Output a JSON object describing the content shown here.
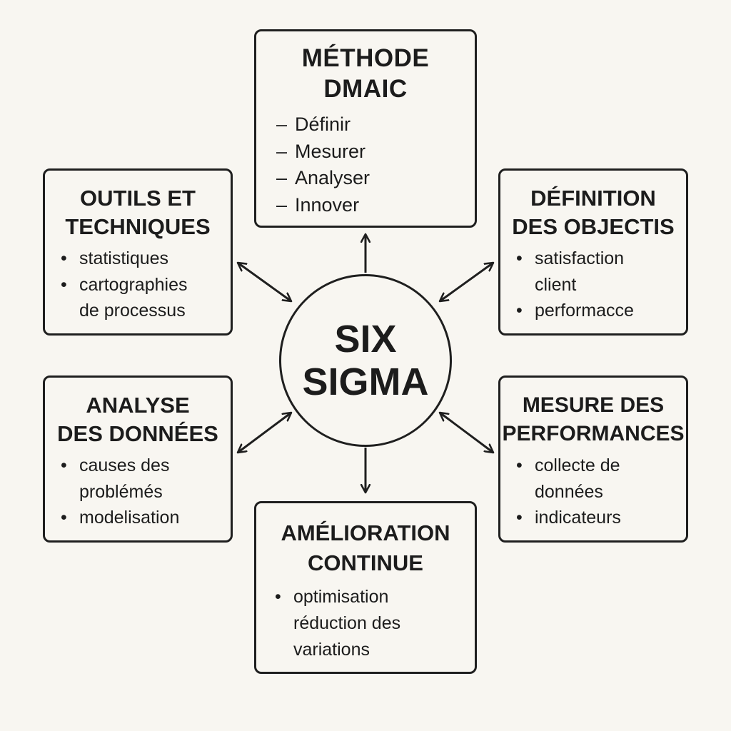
{
  "center": {
    "lines": [
      "SIX",
      "SIGMA"
    ]
  },
  "boxes": {
    "dmaic": {
      "title": [
        "MÉTHODE",
        "DMAIC"
      ],
      "marker": "–",
      "items": [
        [
          "Définir"
        ],
        [
          "Mesurer"
        ],
        [
          "Analyser"
        ],
        [
          "Innover"
        ]
      ]
    },
    "outils": {
      "title": [
        "OUTILS ET",
        "TECHNIQUES"
      ],
      "marker": "•",
      "items": [
        [
          "statistiques"
        ],
        [
          "cartographies",
          "de processus"
        ]
      ]
    },
    "objectifs": {
      "title": [
        "DÉFINITION",
        "DES OBJECTIS"
      ],
      "marker": "•",
      "items": [
        [
          "satisfaction",
          "client"
        ],
        [
          "performacce"
        ]
      ]
    },
    "analyse": {
      "title": [
        "ANALYSE",
        "DES DONNÉES"
      ],
      "marker": "•",
      "items": [
        [
          "causes des",
          "problémés"
        ],
        [
          "modelisation"
        ]
      ]
    },
    "mesure": {
      "title": [
        "MESURE DES",
        "PERFORMANCES"
      ],
      "marker": "•",
      "items": [
        [
          "collecte de",
          "données"
        ],
        [
          "indicateurs"
        ]
      ]
    },
    "amelioration": {
      "title": [
        "AMÉLIORATION",
        "CONTINUE"
      ],
      "marker": "•",
      "items": [
        [
          "optimisation",
          "réduction des",
          "variations"
        ]
      ]
    }
  }
}
